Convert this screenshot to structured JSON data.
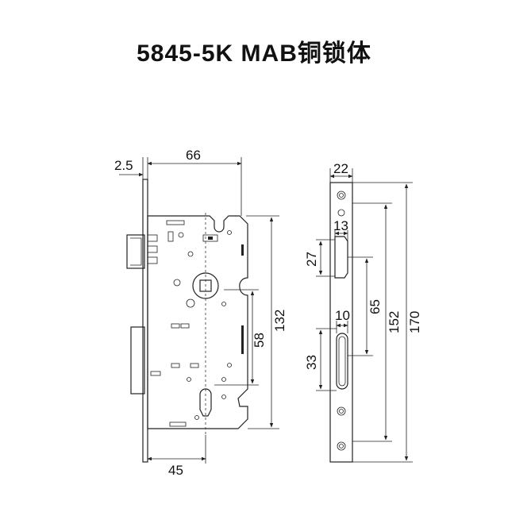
{
  "title": "5845-5K MAB铜锁体",
  "dimensions": {
    "d_2_5": "2.5",
    "d_66": "66",
    "d_22": "22",
    "d_13": "13",
    "d_27": "27",
    "d_65": "65",
    "d_152": "152",
    "d_170": "170",
    "d_10": "10",
    "d_33": "33",
    "d_132": "132",
    "d_58": "58",
    "d_45": "45"
  }
}
